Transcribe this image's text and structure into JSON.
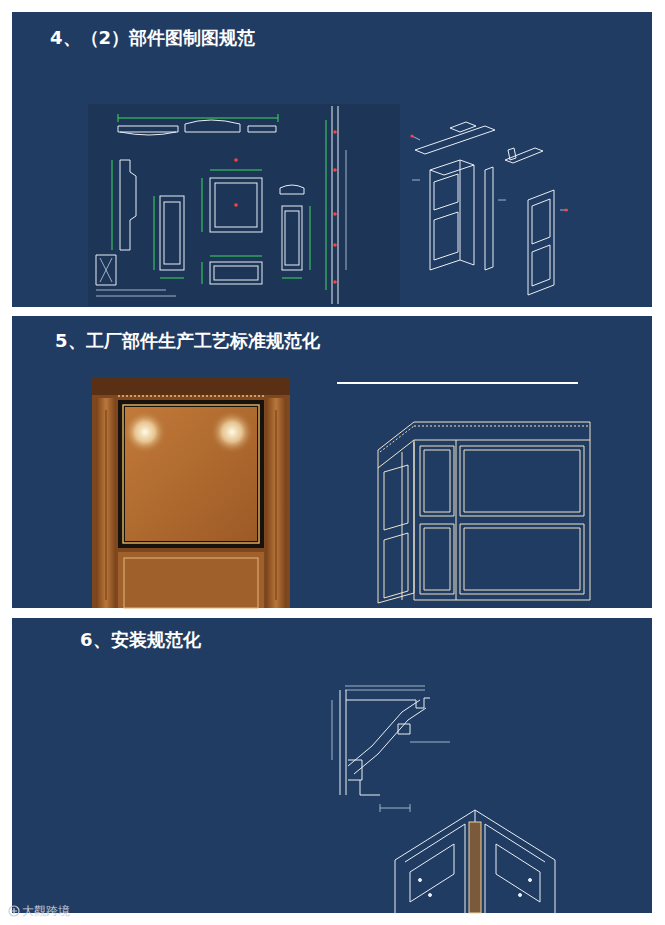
{
  "diagram": {
    "nodes": [
      {
        "text": [
          "4、（2）部件图制图规范"
        ]
      },
      {
        "text": [
          "5、工厂部件生产工艺标准规范化"
        ]
      },
      {
        "text": [
          "6、安装规范化"
        ]
      }
    ],
    "labels": [
      "大觀跨境"
    ]
  }
}
